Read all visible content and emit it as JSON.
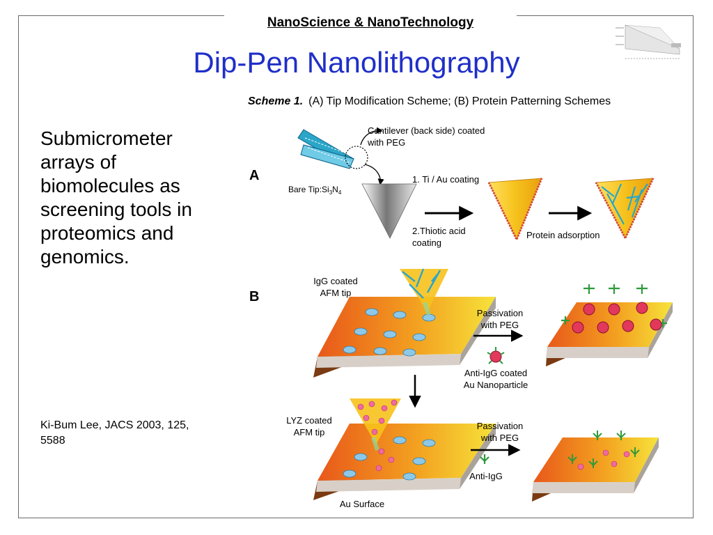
{
  "header": {
    "label": "NanoScience & NanoTechnology"
  },
  "title": "Dip-Pen Nanolithography",
  "body_text": "Submicrometer arrays of biomolecules as screening tools in proteomics and genomics.",
  "citation": "Ki-Bum Lee, JACS 2003, 125, 5588",
  "scheme": {
    "caption_label": "Scheme 1.",
    "caption_text": "(A) Tip Modification Scheme; (B) Protein Patterning Schemes",
    "panel_a": {
      "letter": "A",
      "cantilever_label_1": "Cantilever (back side) coated",
      "cantilever_label_2": "with PEG",
      "bare_tip_label": "Bare Tip:Si",
      "bare_tip_sub_3": "3",
      "bare_tip_n": "N",
      "bare_tip_sub_4": "4",
      "step1": "1. Ti / Au coating",
      "step2_line1": "2.Thiotic acid",
      "step2_line2": "coating",
      "step3": "Protein adsorption"
    },
    "panel_b": {
      "letter": "B",
      "igg_tip_1": "IgG coated",
      "igg_tip_2": "AFM tip",
      "passivation_1": "Passivation",
      "passivation_2": "with PEG",
      "anti_igg_np_1": "Anti-IgG coated",
      "anti_igg_np_2": "Au Nanoparticle",
      "lyz_tip_1": "LYZ coated",
      "lyz_tip_2": "AFM tip",
      "passivation2_1": "Passivation",
      "passivation2_2": "with PEG",
      "anti_igg": "Anti-IgG",
      "surface": "Au Surface"
    }
  },
  "colors": {
    "title": "#1f2fc8",
    "gold": "#f6c21c",
    "surface_orange": "#e8581a",
    "pink": "#e2385c",
    "cyan": "#2aa6c8"
  }
}
